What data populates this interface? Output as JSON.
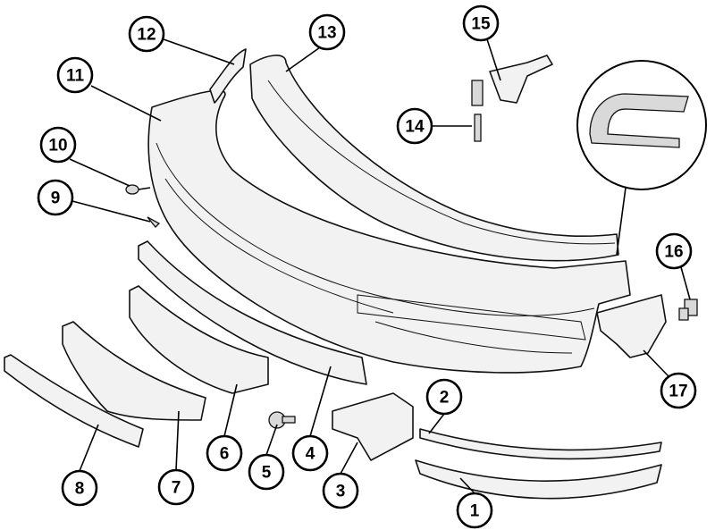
{
  "diagram": {
    "type": "exploded-parts-view",
    "callouts": [
      {
        "label": "1"
      },
      {
        "label": "2"
      },
      {
        "label": "3"
      },
      {
        "label": "4"
      },
      {
        "label": "5"
      },
      {
        "label": "6"
      },
      {
        "label": "7"
      },
      {
        "label": "8"
      },
      {
        "label": "9"
      },
      {
        "label": "10"
      },
      {
        "label": "11"
      },
      {
        "label": "12"
      },
      {
        "label": "13"
      },
      {
        "label": "14"
      },
      {
        "label": "15"
      },
      {
        "label": "16"
      },
      {
        "label": "17"
      }
    ]
  }
}
